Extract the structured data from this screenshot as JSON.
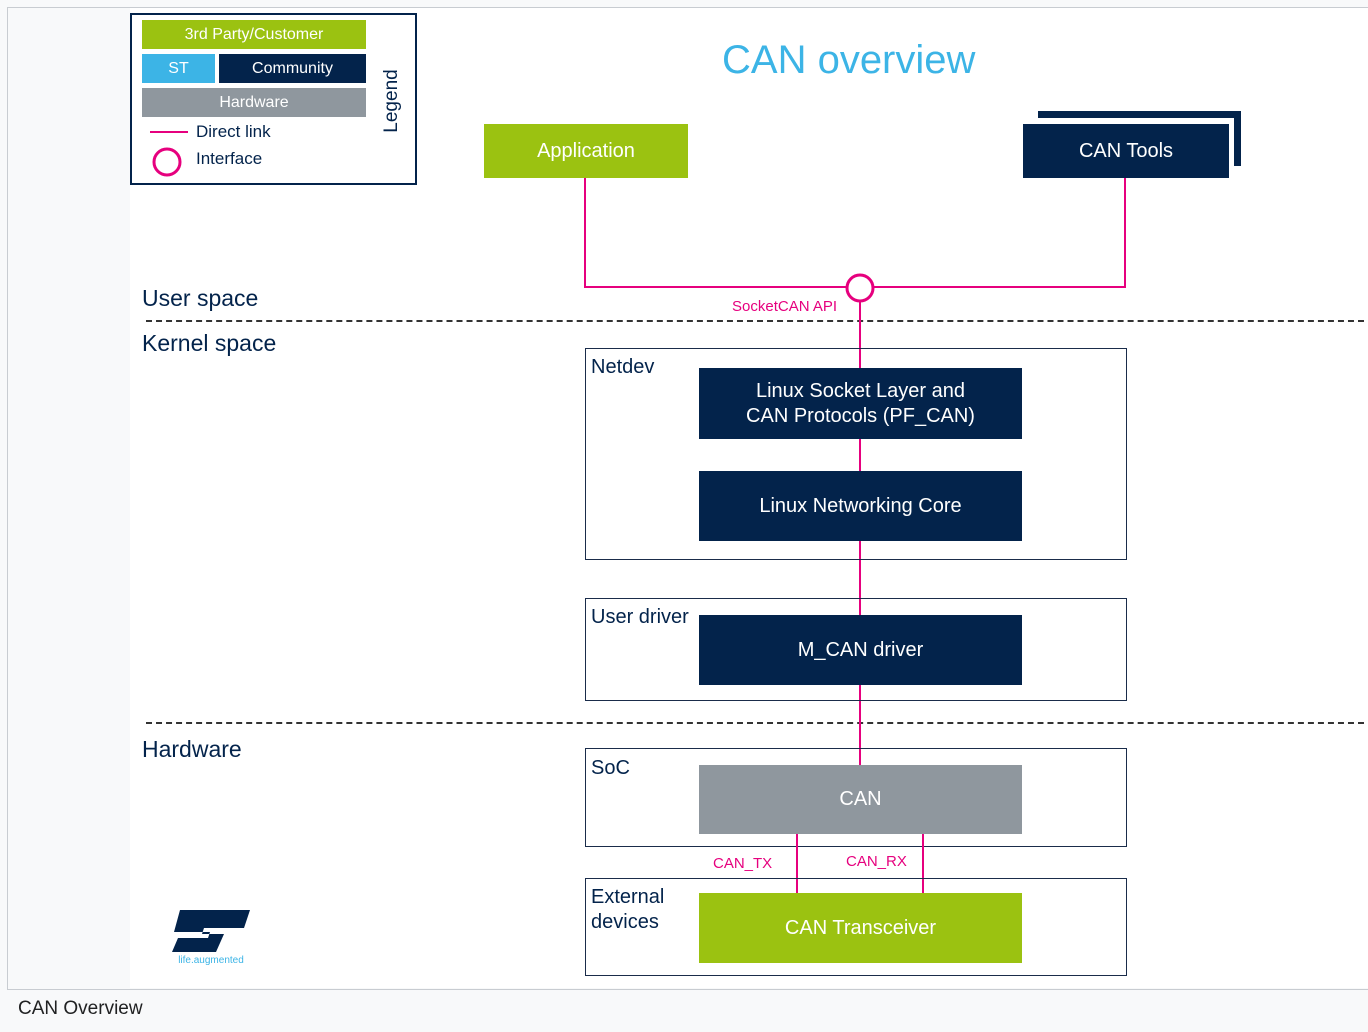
{
  "title": "CAN overview",
  "caption": "CAN Overview",
  "legend": {
    "label": "Legend",
    "third_party": "3rd Party/Customer",
    "st": "ST",
    "community": "Community",
    "hardware": "Hardware",
    "direct_link": "Direct link",
    "interface": "Interface"
  },
  "spaces": {
    "user": "User space",
    "kernel": "Kernel space",
    "hardware": "Hardware"
  },
  "components": {
    "application": "Application",
    "can_tools": "CAN Tools",
    "socket_layer_line1": "Linux Socket Layer and",
    "socket_layer_line2": "CAN Protocols (PF_CAN)",
    "networking_core": "Linux Networking Core",
    "mcan_driver": "M_CAN driver",
    "can": "CAN",
    "can_transceiver": "CAN Transceiver"
  },
  "zones": {
    "netdev": "Netdev",
    "user_driver": "User driver",
    "soc": "SoC",
    "external_line1": "External",
    "external_line2": "devices"
  },
  "signals": {
    "socketcan_api": "SocketCAN API",
    "can_tx": "CAN_TX",
    "can_rx": "CAN_RX"
  },
  "logo": {
    "text": "ST",
    "tagline": "life.augmented"
  },
  "colors": {
    "third_party": "#9bc211",
    "st": "#3cb4e6",
    "community": "#03234b",
    "hardware": "#8f979e",
    "link": "#e6007e"
  }
}
